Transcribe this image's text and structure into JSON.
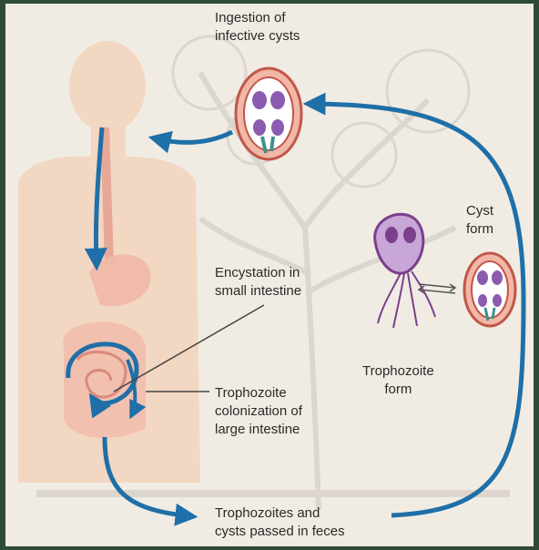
{
  "labels": {
    "ingestion": [
      "Ingestion of",
      "infective cysts"
    ],
    "cyst_form": [
      "Cyst",
      "form"
    ],
    "encystation": [
      "Encystation in",
      "small intestine"
    ],
    "trophozoite_form": [
      "Trophozoite",
      "form"
    ],
    "colonization": [
      "Trophozoite",
      "colonization of",
      "large intestine"
    ],
    "passed": [
      "Trophozoites and",
      "cysts passed in feces"
    ]
  },
  "colors": {
    "frame": "#2f4a36",
    "background": "#f1ece3",
    "arrow": "#1f6fa8",
    "body_skin": "#f2d7c2",
    "organ": "#f0b8a8",
    "cyst_fill": "#f2b7a6",
    "cyst_stroke": "#c0574a",
    "nucleus": "#8b5bb0",
    "parasite": "#7b3f8c"
  }
}
